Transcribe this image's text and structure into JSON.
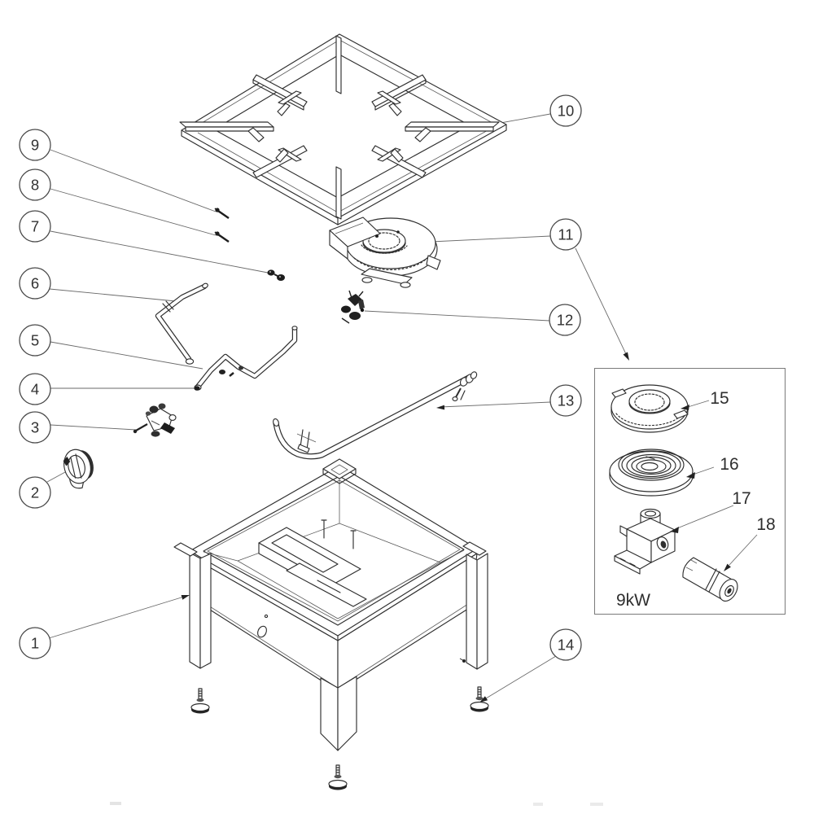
{
  "diagram": {
    "kind": "exploded-parts-diagram-gas-stockpot-burner"
  },
  "callouts": [
    {
      "number": "1",
      "part": "base-frame"
    },
    {
      "number": "2",
      "part": "control-knob"
    },
    {
      "number": "3",
      "part": "gas-valve"
    },
    {
      "number": "4",
      "part": "pipe-union-nut"
    },
    {
      "number": "5",
      "part": "connecting-pipe"
    },
    {
      "number": "6",
      "part": "valve-pipe"
    },
    {
      "number": "7",
      "part": "injector-fittings"
    },
    {
      "number": "8",
      "part": "screw"
    },
    {
      "number": "9",
      "part": "screw"
    },
    {
      "number": "10",
      "part": "pan-support-grate"
    },
    {
      "number": "11",
      "part": "burner-assembly"
    },
    {
      "number": "12",
      "part": "pilot-burner"
    },
    {
      "number": "13",
      "part": "gas-supply-pipe"
    },
    {
      "number": "14",
      "part": "adjustable-foot"
    }
  ],
  "inset": {
    "labels": [
      {
        "number": "15",
        "part": "burner-cap"
      },
      {
        "number": "16",
        "part": "burner-ring"
      },
      {
        "number": "17",
        "part": "burner-body"
      },
      {
        "number": "18",
        "part": "injector-holder"
      }
    ],
    "power_rating": "9kW"
  },
  "colors": {
    "line": "#2f2f2f",
    "leader": "#6a6a6a",
    "dark_fill": "#1d1d1d",
    "background": "#ffffff",
    "inset_border": "#7a7a7a"
  }
}
